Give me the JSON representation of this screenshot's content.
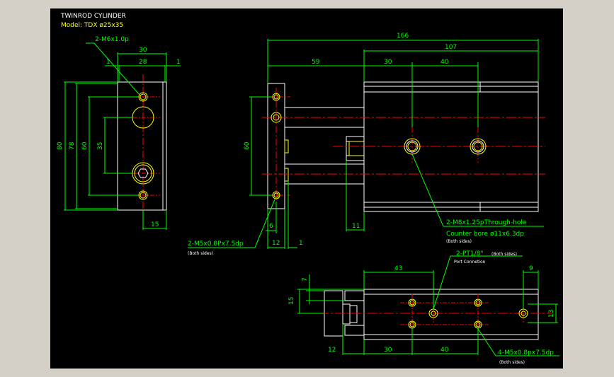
{
  "title": {
    "line1": "TWINROD CYLINDER",
    "line2": "Model: TDX ø25x35"
  },
  "colors": {
    "background": "#000000",
    "frame": "#d4d0c8",
    "outline": "#ffffff",
    "dimension": "#00ff00",
    "centerline": "#ff0000",
    "hidden": "#ffff00",
    "title": "#ffffff",
    "model": "#ffff00"
  },
  "left_view": {
    "thread_label": "2-M6x1.0p",
    "dims": {
      "top_overall": "30",
      "top_inner": "28",
      "left_offset": "1",
      "right_offset": "1",
      "h80": "80",
      "h78": "78",
      "h60": "60",
      "h35": "35",
      "bottom15": "15"
    }
  },
  "side_view": {
    "dims": {
      "overall": "166",
      "body": "107",
      "rod": "59",
      "hole1": "30",
      "hole2": "40",
      "plate60": "60",
      "d6": "6",
      "d12": "12",
      "d1": "1",
      "d11": "11"
    },
    "note_m5": "2-M5x0.8Px7.5dp",
    "note_m5_sub": "(Both sides)",
    "note_m8": "2-M8x1.25pThrough-hole",
    "note_cbore": "Counter bore ø11x6.3dp",
    "note_m8_sub": "(Both sides)"
  },
  "bottom_view": {
    "note_pt": "2-PT1/8\"",
    "note_pt_sub": "(Both sides)",
    "note_port": "Port Connetion",
    "dims": {
      "d43": "43",
      "d9": "9",
      "d7": "7",
      "d15": "15",
      "d13": "13",
      "d12": "12",
      "d30": "30",
      "d40": "40"
    },
    "note_m5": "4-M5x0.8px7.5dp",
    "note_m5_sub": "(Both sides)"
  }
}
